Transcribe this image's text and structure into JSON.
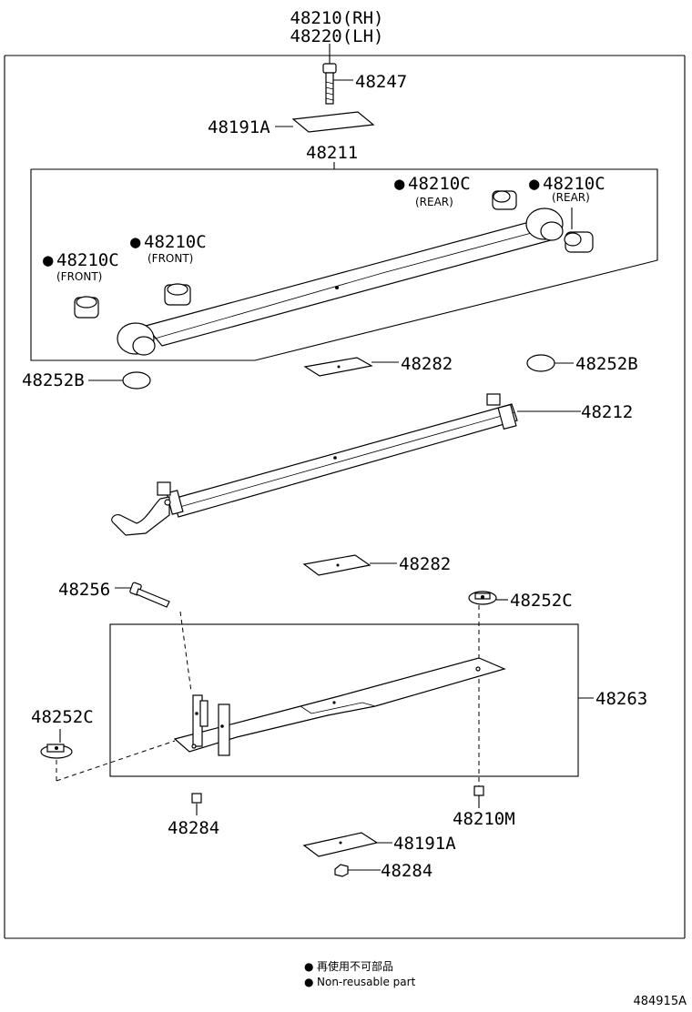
{
  "header": {
    "part_rh": "48210(RH)",
    "part_lh": "48220(LH)"
  },
  "labels": {
    "bolt_top": "48247",
    "plate_top": "48191A",
    "leaf_spring_assy": "48211",
    "bushing_rear_1": "48210C",
    "bushing_rear_1_sub": "(REAR)",
    "bushing_rear_2": "48210C",
    "bushing_rear_2_sub": "(REAR)",
    "bushing_front_1": "48210C",
    "bushing_front_1_sub": "(FRONT)",
    "bushing_front_2": "48210C",
    "bushing_front_2_sub": "(FRONT)",
    "cap_left": "48252B",
    "cap_right": "48252B",
    "insert_upper": "48282",
    "spring_leaf_2": "48212",
    "insert_lower": "48282",
    "bolt_center": "48256",
    "bumper_right": "48252C",
    "bumper_left": "48252C",
    "spring_leaf_3": "48263",
    "nut_left": "48284",
    "nut_center": "48210M",
    "plate_bottom": "48191A",
    "nut_bottom": "48284"
  },
  "legend": {
    "bullet_symbol": "●",
    "japanese": "再使用不可部品",
    "english": "Non-reusable part"
  },
  "figure_id": "484915A"
}
